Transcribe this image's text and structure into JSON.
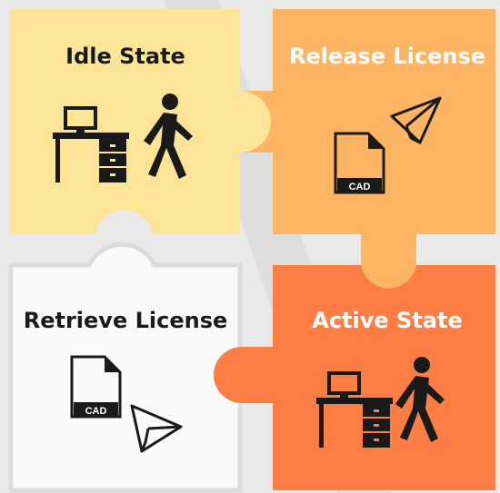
{
  "pieces": {
    "idle": {
      "title": "Idle State",
      "color": "#FCE597"
    },
    "release": {
      "title": "Release License",
      "color": "#FDB563"
    },
    "retrieve": {
      "title": "Retrieve License",
      "color": "#FAFAFA"
    },
    "active": {
      "title": "Active State",
      "color": "#FD7E45"
    }
  },
  "file_badge": "CAD",
  "colors": {
    "background": "#E9E9E9",
    "ink": "#1A1A1A",
    "white_text": "#FFFFFF"
  }
}
